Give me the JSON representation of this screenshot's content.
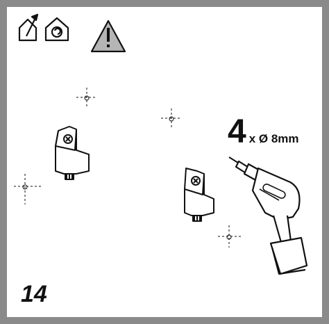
{
  "step": {
    "number": "14"
  },
  "drill": {
    "count": "4",
    "spec": "x Ø 8mm"
  },
  "icons": [
    "indoor-install-icon",
    "vent-unit-icon",
    "warning-triangle-icon"
  ]
}
